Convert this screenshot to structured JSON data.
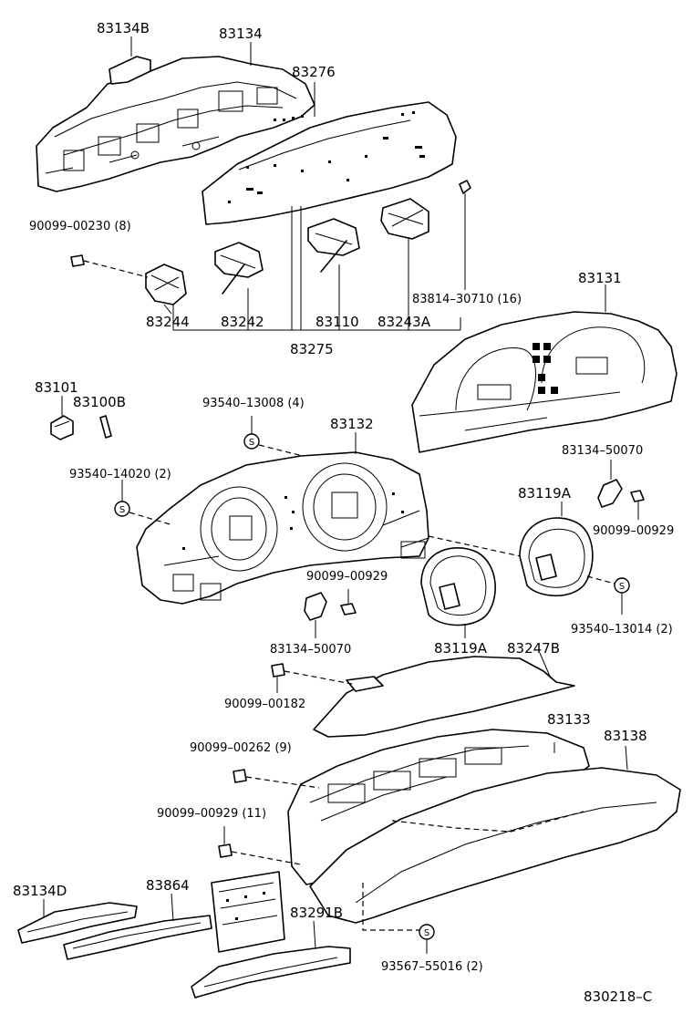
{
  "labels": {
    "p83134B": "83134B",
    "p83134": "83134",
    "p83276": "83276",
    "p90099_00230": "90099–00230 (8)",
    "p83244": "83244",
    "p83242": "83242",
    "p83110": "83110",
    "p83243A": "83243A",
    "p83814_30710": "83814–30710 (16)",
    "p83275": "83275",
    "p83131": "83131",
    "p83101": "83101",
    "p83100B": "83100B",
    "p93540_13008": "93540–13008 (4)",
    "p83132": "83132",
    "p93540_14020": "93540–14020 (2)",
    "p83134_50070_a": "83134–50070",
    "p83119A_a": "83119A",
    "p90099_00929_a": "90099–00929",
    "p90099_00929_b": "90099–00929",
    "p93540_13014": "93540–13014 (2)",
    "p83134_50070_b": "83134–50070",
    "p83119A_b": "83119A",
    "p83247B": "83247B",
    "p90099_00182": "90099–00182",
    "p83133": "83133",
    "p83138": "83138",
    "p90099_00262": "90099–00262 (9)",
    "p90099_00929_11": "90099–00929 (11)",
    "p83134D": "83134D",
    "p83864": "83864",
    "p83291B": "83291B",
    "p93567_55016": "93567–55016 (2)",
    "diagram_code": "830218–C"
  },
  "symbols": {
    "washer_mark": "S"
  }
}
